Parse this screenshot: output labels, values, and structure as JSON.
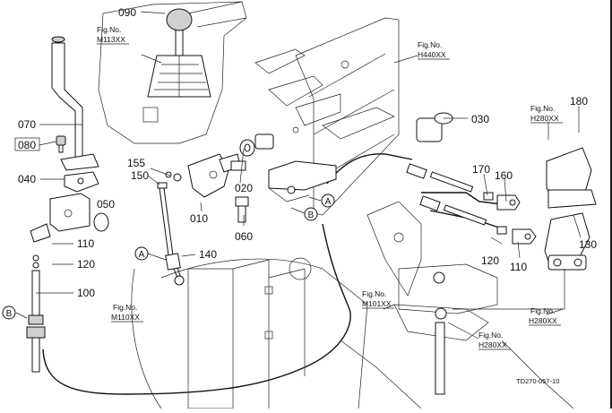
{
  "part_numbers": {
    "p090": "090",
    "p070": "070",
    "p080": "080",
    "p040": "040",
    "p050": "050",
    "p110a": "110",
    "p120a": "120",
    "p100": "100",
    "p155": "155",
    "p150": "150",
    "p010": "010",
    "p020": "020",
    "p060": "060",
    "p140": "140",
    "p030": "030",
    "p170": "170",
    "p160": "160",
    "p180": "180",
    "p130": "130",
    "p120b": "120",
    "p110b": "110"
  },
  "callouts": {
    "a_upper": "A",
    "a_lower": "A",
    "b_upper": "B",
    "b_lower": "B"
  },
  "fig_refs": {
    "m113_label": "Fig.No.",
    "m113_code": "M113XX",
    "h440_label": "Fig.No.",
    "h440_code": "H440XX",
    "h280a_label": "Fig.No.",
    "h280a_code": "H280XX",
    "m110_label": "Fig.No.",
    "m110_code": "M110XX",
    "m101_label": "Fig.No.",
    "m101_code": "M101XX",
    "h280b_label": "Fig.No.",
    "h280b_code": "H280XX",
    "h280c_label": "Fig.No.",
    "h280c_code": "H280XX"
  },
  "drawing_code": "TD270-057-10"
}
